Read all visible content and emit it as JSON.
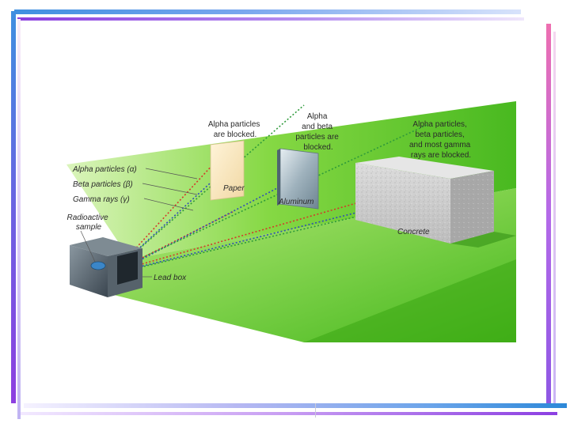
{
  "labels": {
    "alpha_paper": [
      "Alpha particles",
      "are blocked."
    ],
    "alpha_beta": [
      "Alpha",
      "and beta",
      "particles are",
      "blocked."
    ],
    "alpha_beta_gamma": [
      "Alpha particles,",
      "beta particles,",
      "and most gamma",
      "rays are blocked."
    ],
    "ray_alpha": "Alpha particles (α)",
    "ray_beta": "Beta particles (β)",
    "ray_gamma": "Gamma rays (γ)",
    "sample": [
      "Radioactive",
      "sample"
    ],
    "paper": "Paper",
    "aluminum": "Aluminum",
    "concrete": "Concrete",
    "lead_box": "Lead box"
  },
  "colors": {
    "alpha_ray": "#d23a2a",
    "beta_ray": "#2f4fb6",
    "gamma_ray": "#2e9a3a",
    "beam": "#4ec21a",
    "frame_blue": "#3f8fe0",
    "frame_purple": "#8d3fe0"
  }
}
